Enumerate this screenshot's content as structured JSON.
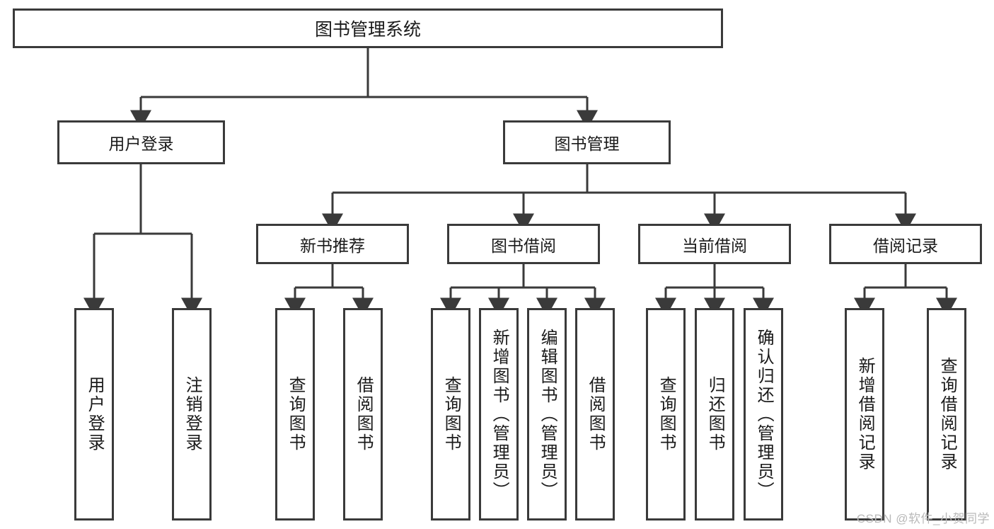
{
  "diagram": {
    "type": "function-hierarchy-tree",
    "title": "图书管理系统",
    "root": {
      "label": "图书管理系统"
    },
    "level1": [
      {
        "label": "用户登录"
      },
      {
        "label": "图书管理"
      }
    ],
    "level2": [
      {
        "label": "新书推荐"
      },
      {
        "label": "图书借阅"
      },
      {
        "label": "当前借阅"
      },
      {
        "label": "借阅记录"
      }
    ],
    "leaves": {
      "user_login": [
        {
          "label": "用户登录"
        },
        {
          "label": "注销登录"
        }
      ],
      "new_book_recommend": [
        {
          "label": "查询图书"
        },
        {
          "label": "借阅图书"
        }
      ],
      "book_borrow": [
        {
          "label": "查询图书"
        },
        {
          "label": "新增图书（管理员）"
        },
        {
          "label": "编辑图书（管理员）"
        },
        {
          "label": "借阅图书"
        }
      ],
      "current_borrow": [
        {
          "label": "查询图书"
        },
        {
          "label": "归还图书"
        },
        {
          "label": "确认归还（管理员）"
        }
      ],
      "borrow_record": [
        {
          "label": "新增借阅记录"
        },
        {
          "label": "查询借阅记录"
        }
      ]
    }
  },
  "watermark": {
    "text": "CSDN @软件_小贺同学"
  },
  "colors": {
    "border": "#3a3a3a",
    "text": "#1a1a1a",
    "background": "#ffffff",
    "watermark": "#b9b9b9"
  }
}
